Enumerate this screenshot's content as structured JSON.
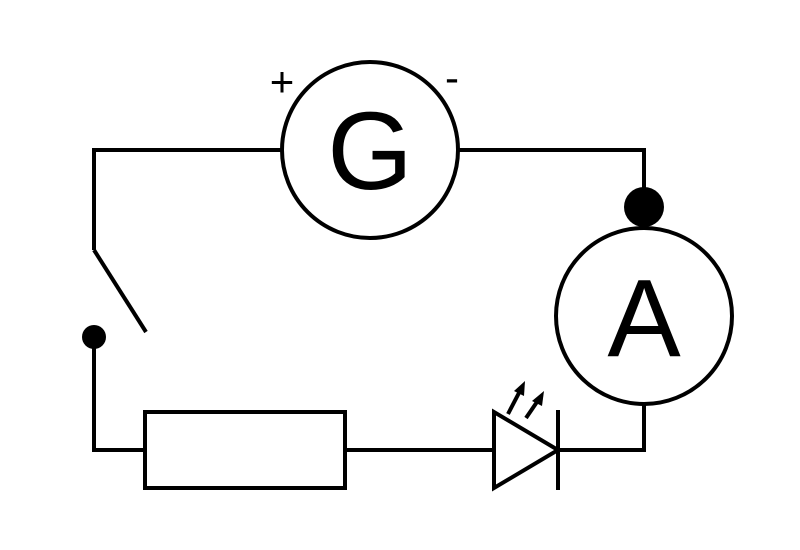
{
  "diagram": {
    "generator": {
      "symbol": "G",
      "positive_terminal": "+",
      "negative_terminal": "-"
    },
    "ammeter": {
      "symbol": "A"
    },
    "components": [
      "generator",
      "ammeter",
      "switch",
      "resistor",
      "led"
    ],
    "switch_state": "open",
    "icons": {
      "generator": "circle-letter-icon",
      "ammeter": "circle-letter-icon",
      "led": "led-diode-icon",
      "resistor": "rectangle-resistor-icon",
      "switch": "open-switch-icon"
    },
    "line_color": "#000000",
    "background_color": "#ffffff"
  }
}
